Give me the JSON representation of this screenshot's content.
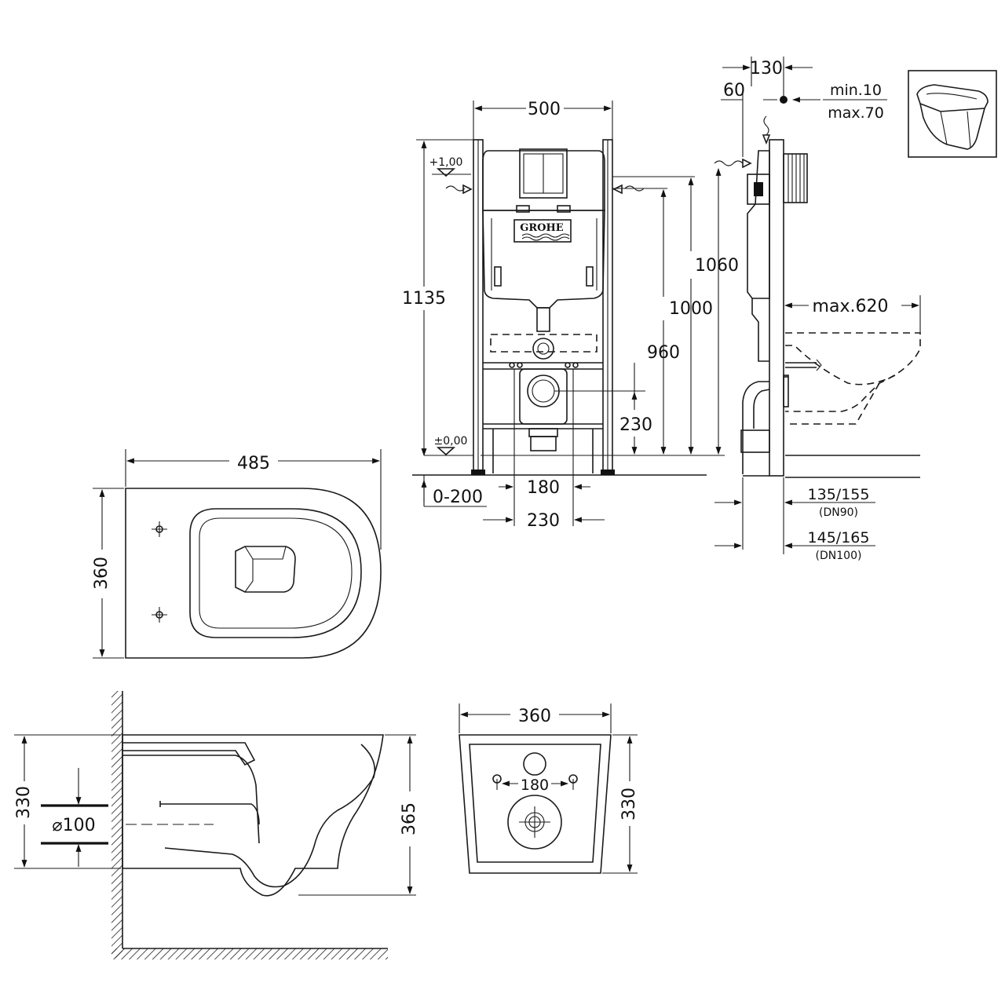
{
  "brand": "GROHE",
  "frame_front": {
    "width": "500",
    "height_total": "1135",
    "level_top": "+1,00",
    "level_floor": "±0,00",
    "h_1060": "1060",
    "h_1000": "1000",
    "h_960": "960",
    "h_230": "230",
    "offset": "0-200",
    "spacing_180": "180",
    "spacing_230": "230"
  },
  "frame_side": {
    "depth_130": "130",
    "depth_60": "60",
    "wall_min": "min.10",
    "wall_max": "max.70",
    "projection": "max.620",
    "dn90_value": "135/155",
    "dn90_label": "(DN90)",
    "dn100_value": "145/165",
    "dn100_label": "(DN100)"
  },
  "bowl_top": {
    "length": "485",
    "width": "360"
  },
  "bowl_side": {
    "height_330": "330",
    "diameter": "⌀100",
    "height_365": "365"
  },
  "bowl_rear": {
    "width": "360",
    "spacing": "180",
    "height": "330"
  }
}
